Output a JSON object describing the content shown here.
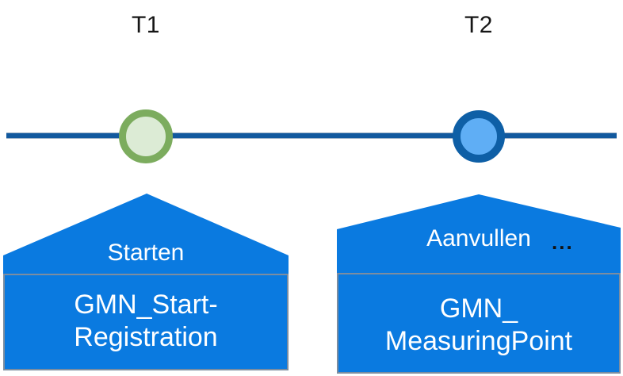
{
  "diagram": {
    "type": "timeline",
    "title": "",
    "colors": {
      "timeline": "#12599E",
      "node_fill": "#0A7AE0",
      "node_border": "#7C8DA0",
      "marker_t1_ring": "#7CAC5E",
      "marker_t1_fill": "#DCEBD5",
      "marker_t2_ring": "#0E5FA6",
      "marker_t2_fill": "#5FAEF5",
      "label_text": "#161616",
      "node_text": "#FFFFFF"
    }
  },
  "timeline": {
    "axis_name": "timeline-axis",
    "ticks": [
      {
        "label": "T1",
        "marker": "circle-green"
      },
      {
        "label": "T2",
        "marker": "circle-blue"
      }
    ]
  },
  "events": [
    {
      "action_label": "Starten",
      "ellipsis": "",
      "message_name": "GMN_Start-\nRegistration",
      "tick": "T1"
    },
    {
      "action_label": "Aanvullen",
      "ellipsis": "...",
      "message_name": "GMN_\nMeasuringPoint",
      "tick": "T2"
    }
  ]
}
